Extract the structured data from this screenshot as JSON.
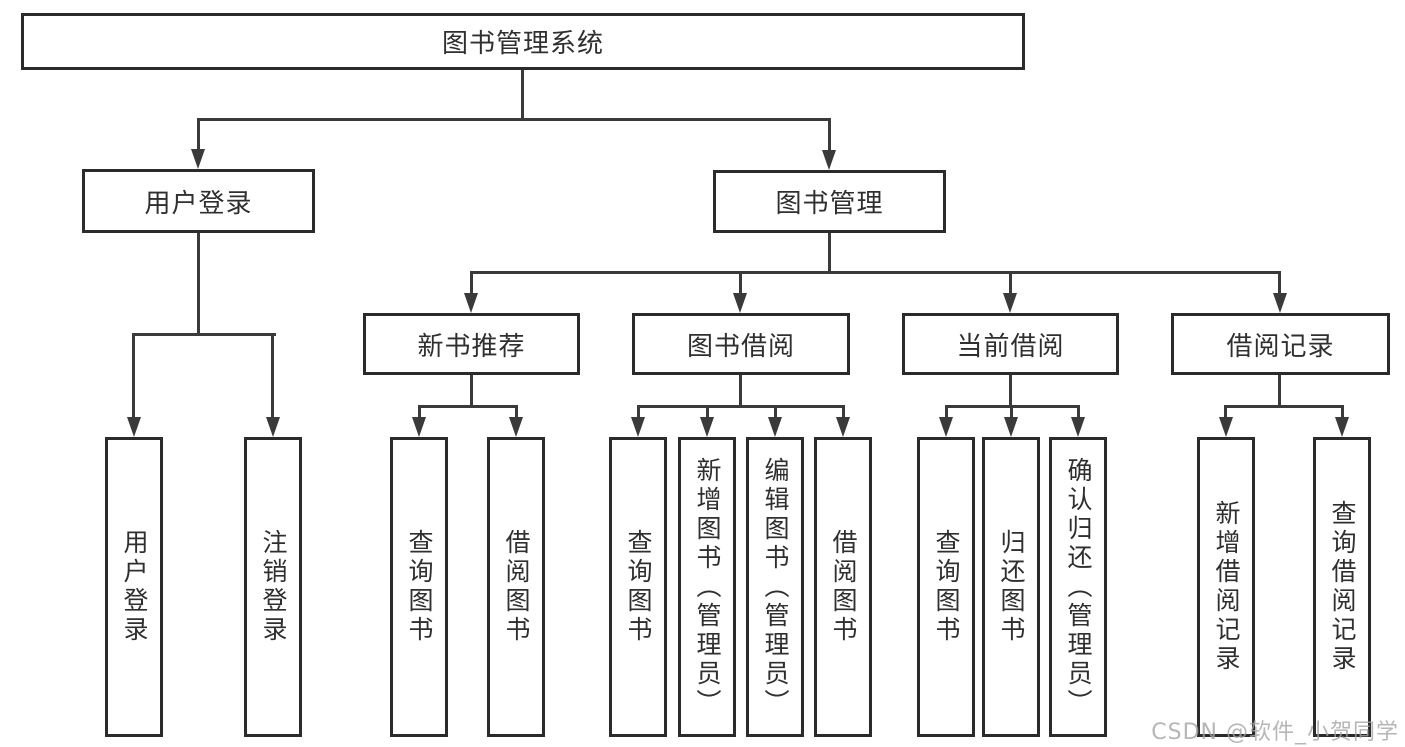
{
  "diagram": {
    "root_label": "图书管理系统",
    "level2": [
      {
        "label": "用户登录"
      },
      {
        "label": "图书管理"
      }
    ],
    "level3": [
      {
        "label": "新书推荐"
      },
      {
        "label": "图书借阅"
      },
      {
        "label": "当前借阅"
      },
      {
        "label": "借阅记录"
      }
    ],
    "leaves": {
      "user_login": [
        "用户登录",
        "注销登录"
      ],
      "new_book_recommendation": [
        "查询图书",
        "借阅图书"
      ],
      "book_borrowing": [
        "查询图书",
        "新增图书（管理员）",
        "编辑图书（管理员）",
        "借阅图书"
      ],
      "current_borrowing": [
        "查询图书",
        "归还图书",
        "确认归还（管理员）"
      ],
      "borrowing_records": [
        "新增借阅记录",
        "查询借阅记录"
      ]
    },
    "watermark": "CSDN @软件_小贺同学",
    "colors": {
      "background": "#ffffff",
      "box_border": "#2b2b2b",
      "connector_line": "#3a3a3a",
      "text": "#2f2f2f",
      "watermark": "#a4a4a4"
    }
  }
}
